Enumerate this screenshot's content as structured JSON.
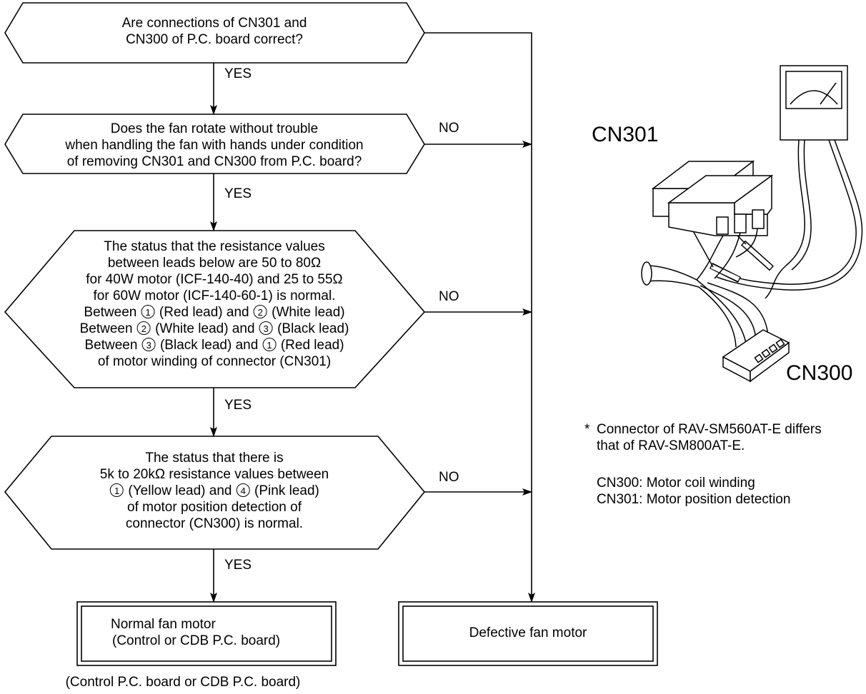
{
  "decisions": [
    {
      "lines": [
        "Are connections of CN301 and",
        "CN300 of P.C. board correct?"
      ]
    },
    {
      "lines": [
        "Does the fan rotate without trouble",
        "when handling the fan with hands under condition",
        "of removing CN301 and CN300 from P.C. board?"
      ]
    },
    {
      "intro": [
        "The status that the resistance values",
        "between leads below are 50 to 80Ω",
        "for 40W motor (ICF-140-40) and 25 to 55Ω",
        "for 60W motor (ICF-140-60-1) is normal."
      ],
      "pairs": [
        {
          "prefix": "Between",
          "n1": "1",
          "c1": "(Red lead) and",
          "n2": "2",
          "c2": "(White lead)"
        },
        {
          "prefix": "Between",
          "n1": "2",
          "c1": "(White lead) and",
          "n2": "3",
          "c2": "(Black lead)"
        },
        {
          "prefix": "Between",
          "n1": "3",
          "c1": "(Black lead) and",
          "n2": "1",
          "c2": "(Red lead)"
        }
      ],
      "outro": "of motor winding of connector (CN301)"
    },
    {
      "intro": [
        "The status that there is",
        "5k to 20kΩ resistance values between"
      ],
      "pair": {
        "n1": "1",
        "c1": "(Yellow lead) and",
        "n2": "4",
        "c2": "(Pink lead)"
      },
      "outro": [
        "of motor position detection of",
        "connector (CN300) is normal."
      ]
    }
  ],
  "yes_label": "YES",
  "no_label": "NO",
  "results": {
    "normal": [
      "Normal fan motor",
      "(Control or CDB P.C. board)"
    ],
    "normal_note": "(Control P.C. board or CDB P.C. board)",
    "defective": "Defective fan motor"
  },
  "illustration": {
    "cn301_label": "CN301",
    "cn300_label": "CN300"
  },
  "notes": {
    "asterisk": "*",
    "line1": "Connector of RAV-SM560AT-E differs",
    "line2": "that of RAV-SM800AT-E.",
    "cn300": "CN300: Motor coil winding",
    "cn301": "CN301: Motor position detection"
  }
}
